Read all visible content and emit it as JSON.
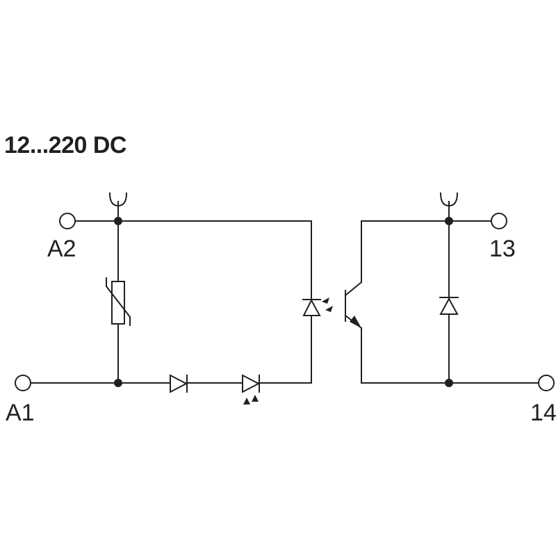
{
  "diagram": {
    "title": "12...220 DC",
    "terminals": {
      "a2": "A2",
      "a1": "A1",
      "t13": "13",
      "t14": "14"
    },
    "colors": {
      "line": "#231f20",
      "background": "#ffffff"
    }
  }
}
